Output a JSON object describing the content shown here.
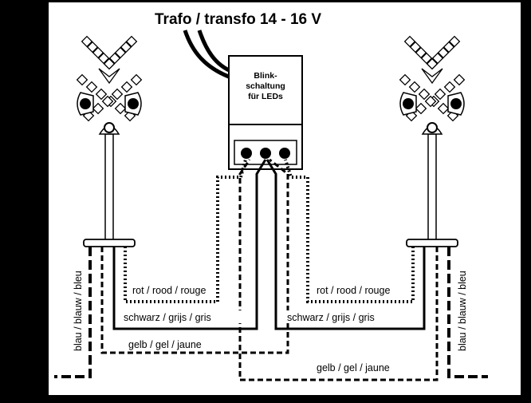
{
  "diagram": {
    "title": "Trafo / transfo 14 - 16 V",
    "module_label": [
      "Blink-",
      "schaltung",
      "für LEDs"
    ],
    "wires": {
      "red_left": "rot / rood / rouge",
      "red_right": "rot / rood / rouge",
      "black_left": "schwarz / grijs / gris",
      "black_right": "schwarz / grijs / gris",
      "yellow_left": "gelb / gel / jaune",
      "yellow_right": "gelb / gel / jaune",
      "blue_left": "blau / blauw / bleu",
      "blue_right": "blau / blauw / bleu"
    }
  }
}
